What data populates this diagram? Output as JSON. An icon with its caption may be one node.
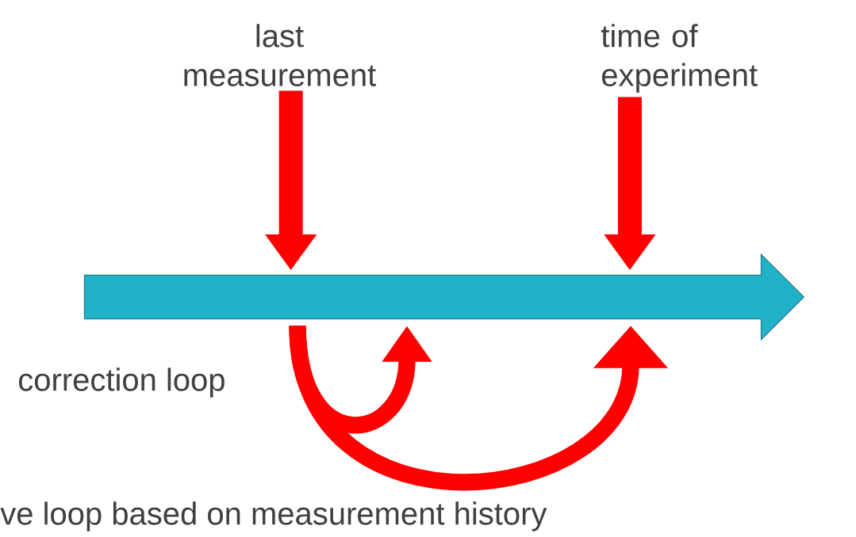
{
  "diagram": {
    "nodes": [
      {
        "text": [
          "last measurement"
        ]
      },
      {
        "text": [
          "time of experiment"
        ]
      },
      {
        "text": [],
        "shape": "arrow"
      }
    ],
    "edges": [
      {
        "from": 0,
        "to": 2,
        "arrow": "to"
      },
      {
        "from": 1,
        "to": 2,
        "arrow": "to"
      },
      {
        "from": 2,
        "to": 2,
        "arrow": "to"
      },
      {
        "from": 2,
        "to": 2,
        "arrow": "to"
      }
    ],
    "labels": [
      "correction loop",
      "ve loop based on measurement history"
    ]
  }
}
